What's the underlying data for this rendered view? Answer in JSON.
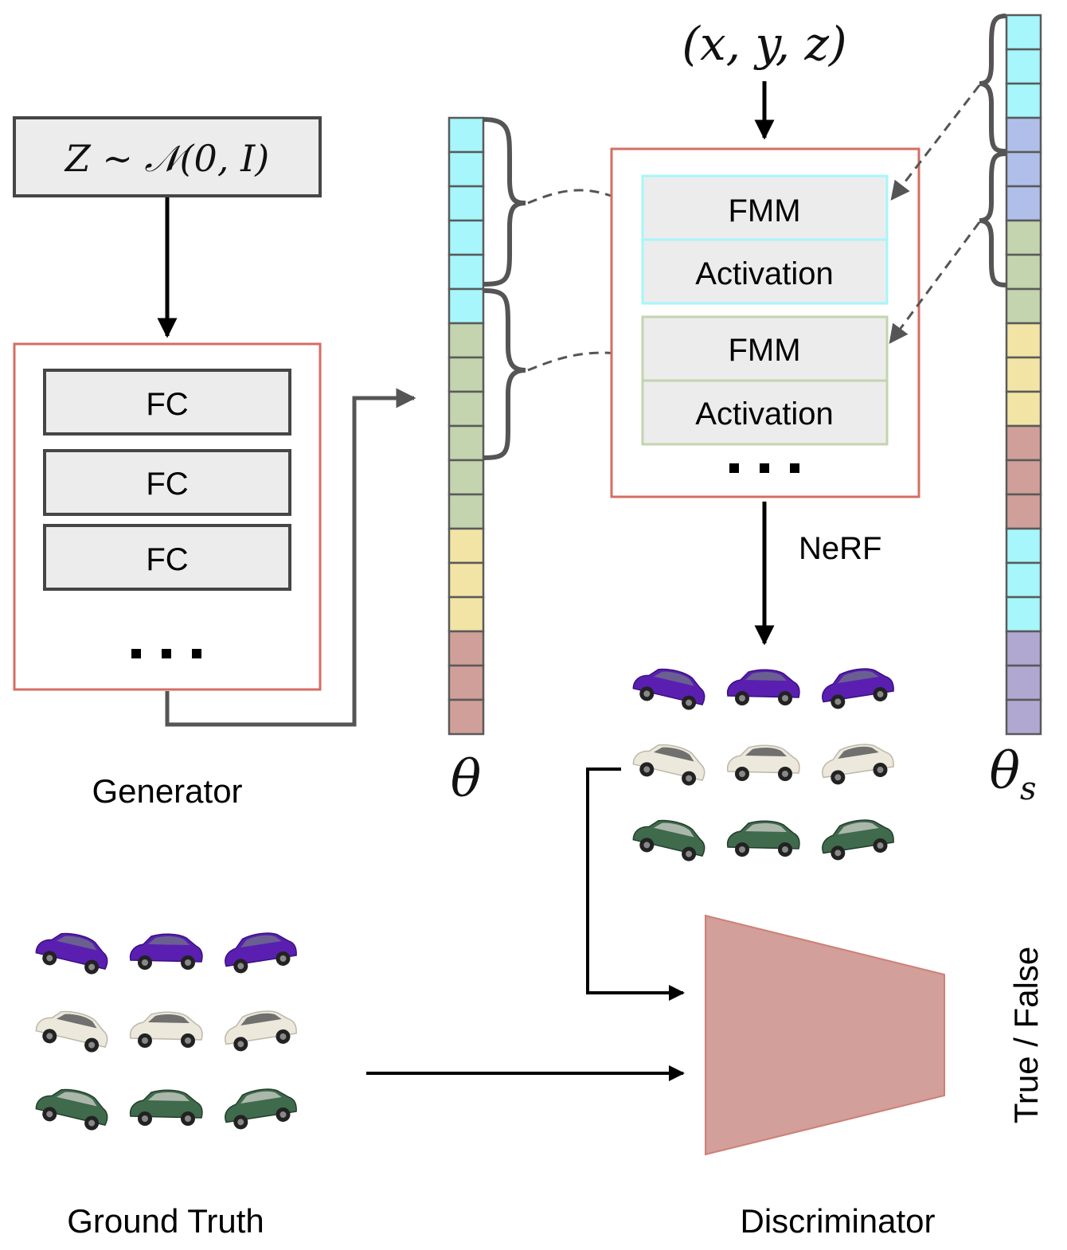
{
  "colors": {
    "cyan": "#a6f6fb",
    "green": "#c3d4ae",
    "yellow": "#f2e4a5",
    "red": "#d19f99",
    "blue": "#b0bfea",
    "purple": "#b1a8d2",
    "box_gray": "#ececec",
    "outline_red": "#d46e63",
    "outline_dark": "#464646",
    "discriminator_fill": "#d29f9a"
  },
  "latent": {
    "label": "Z ∼ 𝒩(0, I)"
  },
  "generator": {
    "layers": [
      "FC",
      "FC",
      "FC"
    ],
    "ellipsis": "· · ·",
    "caption": "Generator"
  },
  "theta": {
    "symbol": "θ",
    "cells": [
      "cyan",
      "cyan",
      "cyan",
      "cyan",
      "cyan",
      "cyan",
      "green",
      "green",
      "green",
      "green",
      "green",
      "green",
      "yellow",
      "yellow",
      "yellow",
      "red",
      "red",
      "red"
    ]
  },
  "theta_s": {
    "symbol": "θ",
    "subscript": "s",
    "cells": [
      "cyan",
      "cyan",
      "cyan",
      "blue",
      "blue",
      "blue",
      "green",
      "green",
      "green",
      "yellow",
      "yellow",
      "yellow",
      "red",
      "red",
      "red",
      "cyan",
      "cyan",
      "cyan",
      "purple",
      "purple",
      "purple"
    ]
  },
  "nerf": {
    "input": "(x, y, z)",
    "blocks": [
      {
        "fmm": "FMM",
        "activation": "Activation",
        "color": "cyan"
      },
      {
        "fmm": "FMM",
        "activation": "Activation",
        "color": "green"
      }
    ],
    "ellipsis": "· · ·",
    "label": "NeRF"
  },
  "rendered_cars": {
    "rows": [
      {
        "color": "purple",
        "views": [
          "rear-left",
          "side",
          "front-right"
        ]
      },
      {
        "color": "white",
        "views": [
          "rear-left",
          "side",
          "front-right"
        ]
      },
      {
        "color": "green",
        "views": [
          "rear-left",
          "side",
          "front-right"
        ]
      }
    ]
  },
  "ground_truth": {
    "caption": "Ground Truth",
    "rows": [
      {
        "color": "purple",
        "views": [
          "rear-left",
          "side",
          "front-right"
        ]
      },
      {
        "color": "white",
        "views": [
          "rear-left",
          "side",
          "front-right"
        ]
      },
      {
        "color": "green",
        "views": [
          "rear-left",
          "side",
          "front-right"
        ]
      }
    ]
  },
  "discriminator": {
    "caption": "Discriminator",
    "output": "True / False"
  }
}
